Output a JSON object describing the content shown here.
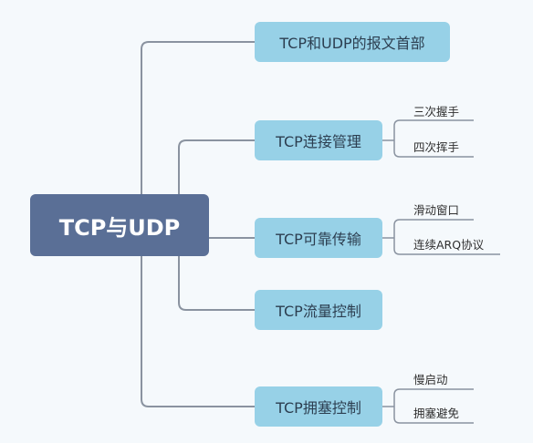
{
  "root": {
    "label": "TCP与UDP"
  },
  "topics": [
    {
      "label": "TCP和UDP的报文首部",
      "children": []
    },
    {
      "label": "TCP连接管理",
      "children": [
        "三次握手",
        "四次挥手"
      ]
    },
    {
      "label": "TCP可靠传输",
      "children": [
        "滑动窗口",
        "连续ARQ协议"
      ]
    },
    {
      "label": "TCP流量控制",
      "children": []
    },
    {
      "label": "TCP拥塞控制",
      "children": [
        "慢启动",
        "拥塞避免"
      ]
    }
  ],
  "colors": {
    "background": "#f5f9fc",
    "root_fill": "#5a6f96",
    "topic_fill": "#97d1e7",
    "connector": "#8a93a0"
  }
}
